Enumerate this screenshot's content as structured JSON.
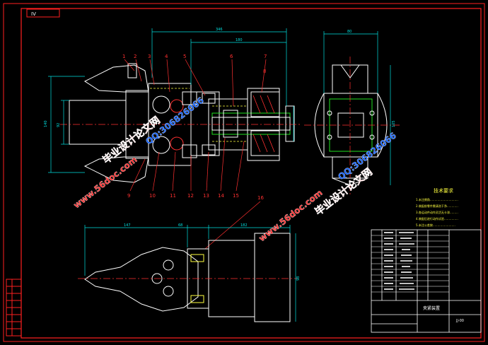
{
  "drawing": {
    "sheet_tag": "IV",
    "dim_top_total": "346",
    "dim_top_inner": "180",
    "dim_right_view_width": "80",
    "dim_left_height_outer": "140",
    "dim_left_height_inner": "92",
    "dim_bottom_left": "147",
    "dim_bottom_mid": "68",
    "dim_bottom_right": "182",
    "dim_right_view_height": "105",
    "dim_bottom_height": "98",
    "part_numbers": [
      "1",
      "2",
      "3",
      "4",
      "5",
      "6",
      "7",
      "8",
      "9",
      "10",
      "11",
      "12",
      "13",
      "14",
      "15",
      "16"
    ]
  },
  "watermarks": {
    "site": "www.56doc.com",
    "qq": "QQ:306826066",
    "title_cn": "毕业设计论文网"
  },
  "tech_requirements": {
    "heading": "技术要求",
    "lines": [
      "1.未注倒角…………………………",
      "2.装配前零件需清洗干净…………",
      "3.各运动件动作灵活无卡滞………",
      "4.装配后进行动作试验……………",
      "5.未注公差按……………………"
    ]
  },
  "title_block": {
    "drawing_name": "夹紧装置",
    "drawing_number": "JJ-00",
    "bom_rows": 12
  },
  "colors": {
    "outline": "#ffffff",
    "frame": "#ff2020",
    "dimension": "#00e0e0",
    "center": "#ff3030",
    "hidden": "#ffff40",
    "green": "#20e020",
    "watermark_red": "#ff2a2a",
    "watermark_blue": "#1060ff"
  }
}
